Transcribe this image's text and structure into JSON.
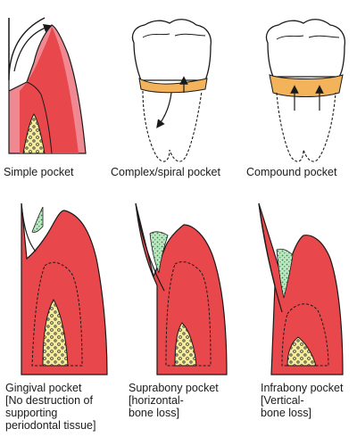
{
  "panels": [
    {
      "caption": [
        "Simple pocket"
      ]
    },
    {
      "caption": [
        "Complex/spiral pocket"
      ]
    },
    {
      "caption": [
        "Compound pocket"
      ]
    },
    {
      "caption": [
        "Gingival pocket",
        "[No destruction of",
        "supporting",
        "periodontal tissue]"
      ]
    },
    {
      "caption": [
        "Suprabony pocket",
        "[horizontal-",
        "bone loss]"
      ]
    },
    {
      "caption": [
        "Infrabony pocket",
        "[Vertical-",
        "bone loss]"
      ]
    }
  ],
  "colors": {
    "gingiva": "#e8484c",
    "gingiva_light": "#ef8890",
    "bone": "#f5ec9c",
    "calculus": "#f2b35a",
    "plaque_dots": "#4caa55",
    "plaque_bg": "#bfe6c4",
    "outline": "#1a1a1a"
  }
}
